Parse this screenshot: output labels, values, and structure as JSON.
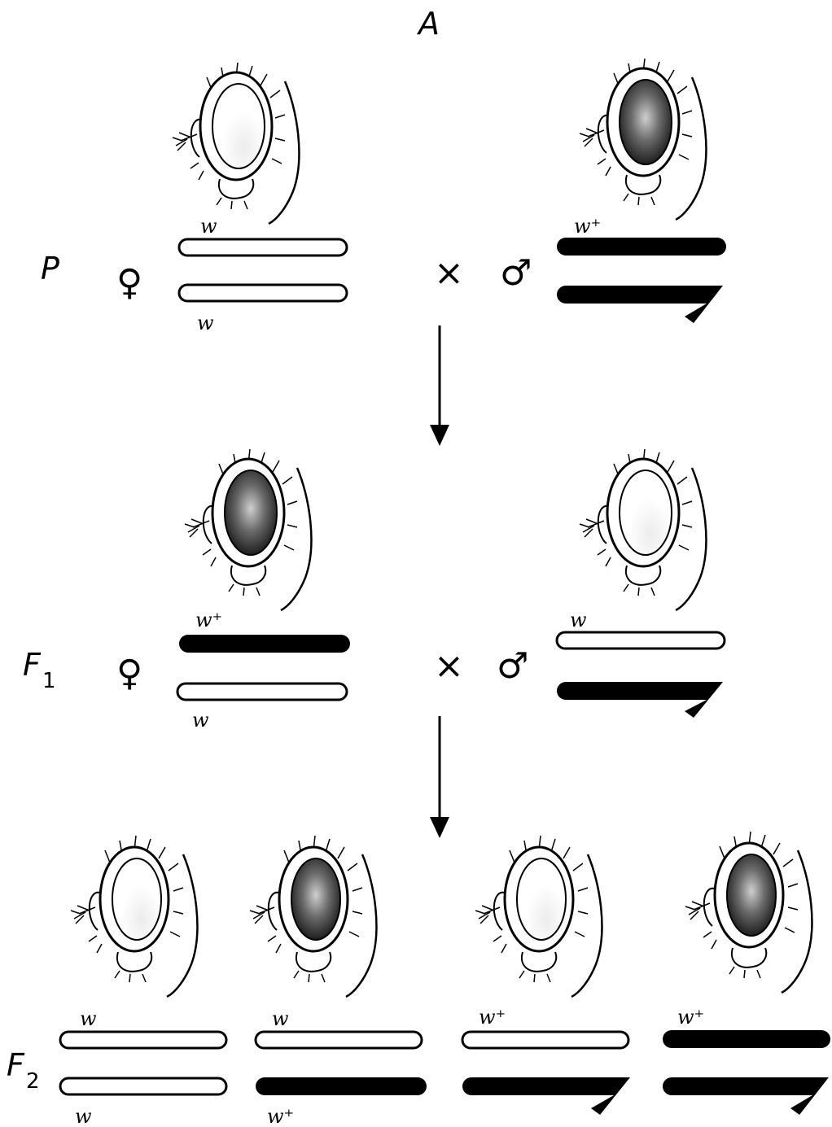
{
  "figure_label": "A",
  "generations": {
    "p": {
      "label": "P",
      "cross_symbol": "×",
      "female": {
        "symbol": "♀",
        "eye": "white",
        "chromosomes": [
          {
            "type": "X",
            "allele": "w"
          },
          {
            "type": "X",
            "allele": "w"
          }
        ]
      },
      "male": {
        "symbol": "♂",
        "eye": "red",
        "chromosomes": [
          {
            "type": "X",
            "allele": "w⁺"
          },
          {
            "type": "Y",
            "allele": ""
          }
        ]
      }
    },
    "f1": {
      "label": "F",
      "label_sub": "1",
      "cross_symbol": "×",
      "female": {
        "symbol": "♀",
        "eye": "red",
        "chromosomes": [
          {
            "type": "X",
            "allele": "w⁺"
          },
          {
            "type": "X",
            "allele": "w"
          }
        ]
      },
      "male": {
        "symbol": "♂",
        "eye": "white",
        "chromosomes": [
          {
            "type": "X",
            "allele": "w"
          },
          {
            "type": "Y",
            "allele": ""
          }
        ]
      }
    },
    "f2": {
      "label": "F",
      "label_sub": "2",
      "offspring": [
        {
          "eye": "white",
          "top_allele": "w",
          "bottom_allele": "w"
        },
        {
          "eye": "red",
          "top_allele": "w",
          "bottom_allele": "w⁺"
        },
        {
          "eye": "white",
          "top_allele": "w⁺",
          "bottom_allele": ""
        },
        {
          "eye": "red",
          "top_allele": "w⁺",
          "bottom_allele": ""
        }
      ]
    }
  },
  "colors": {
    "mutant_white_x": "#ffffff",
    "wildtype_x": "#000000",
    "y_chromosome": "#000000"
  }
}
